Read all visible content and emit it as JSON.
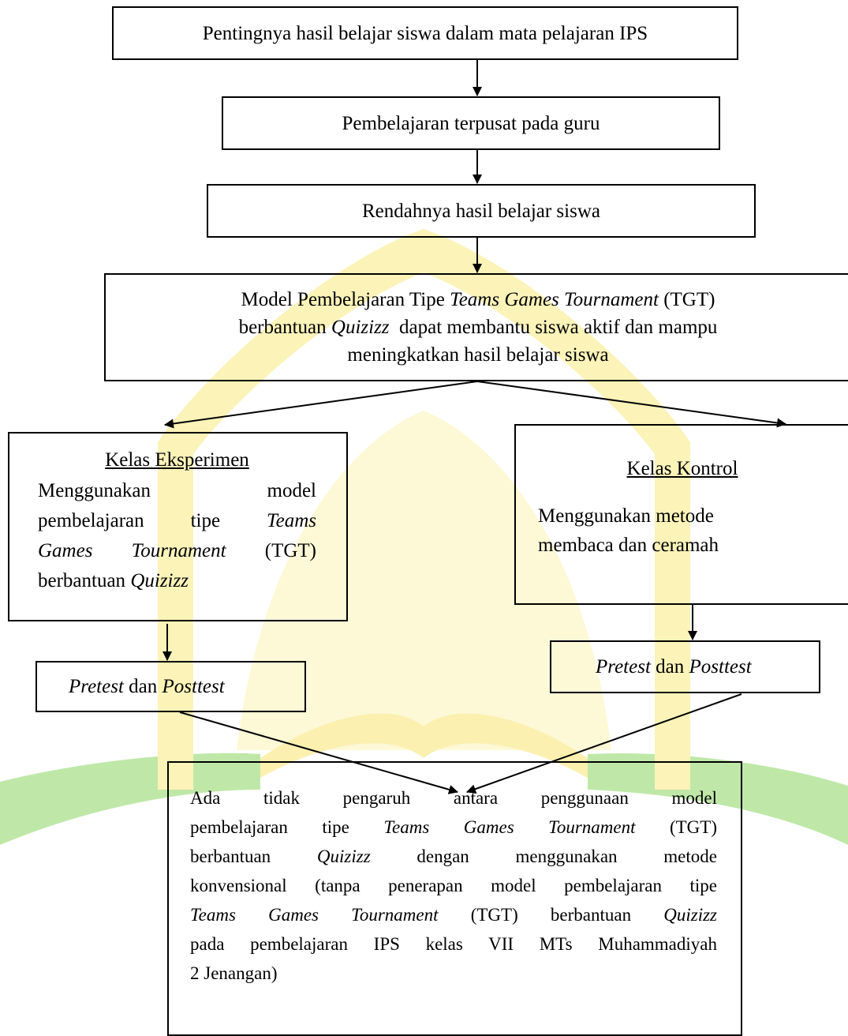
{
  "diagram": {
    "box1": "Pentingnya hasil belajar siswa dalam mata pelajaran IPS",
    "box2": "Pembelajaran terpusat pada guru",
    "box3": "Rendahnya hasil belajar siswa",
    "box4": {
      "line1_a": "Model Pembelajaran Tipe ",
      "line1_b": "Teams Games Tournament",
      "line1_c": " (TGT)",
      "line2_a": "berbantuan ",
      "line2_b": "Quizizz",
      "line2_c": "  dapat membantu siswa aktif dan mampu",
      "line3": "meningkatkan hasil belajar siswa"
    },
    "experiment": {
      "title": "Kelas Eksperimen",
      "line1": "Menggunakan model",
      "line2_a": "pembelajaran tipe ",
      "line2_b": "Teams",
      "line3_a": "Games Tournament",
      "line3_b": " (TGT)",
      "line4_a": "berbantuan ",
      "line4_b": "Quizizz"
    },
    "control": {
      "title": "Kelas Kontrol",
      "line1": "Menggunakan metode",
      "line2": "membaca dan ceramah"
    },
    "test_left": {
      "a": "Pretest",
      "b": " dan ",
      "c": "Posttest"
    },
    "test_right": {
      "a": "Pretest",
      "b": " dan ",
      "c": "Posttest"
    },
    "conclusion": {
      "l1": "Ada tidak pengaruh antara penggunaan model",
      "l2_a": "pembelajaran tipe ",
      "l2_b": "Teams Games Tournament",
      "l2_c": " (TGT)",
      "l3_a": "berbantuan ",
      "l3_b": "Quizizz",
      "l3_c": " dengan menggunakan metode",
      "l4": "konvensional (tanpa penerapan model pembelajaran tipe",
      "l5_a": "Teams Games Tournament",
      "l5_b": " (TGT) berbantuan ",
      "l5_c": "Quizizz",
      "l6": "pada pembelajaran IPS kelas VII MTs Muhammadiyah",
      "l7": "2 Jenangan)"
    }
  },
  "colors": {
    "watermark_green": "#8fd46a",
    "watermark_yellow": "#fbf3b8",
    "line": "#000000"
  }
}
